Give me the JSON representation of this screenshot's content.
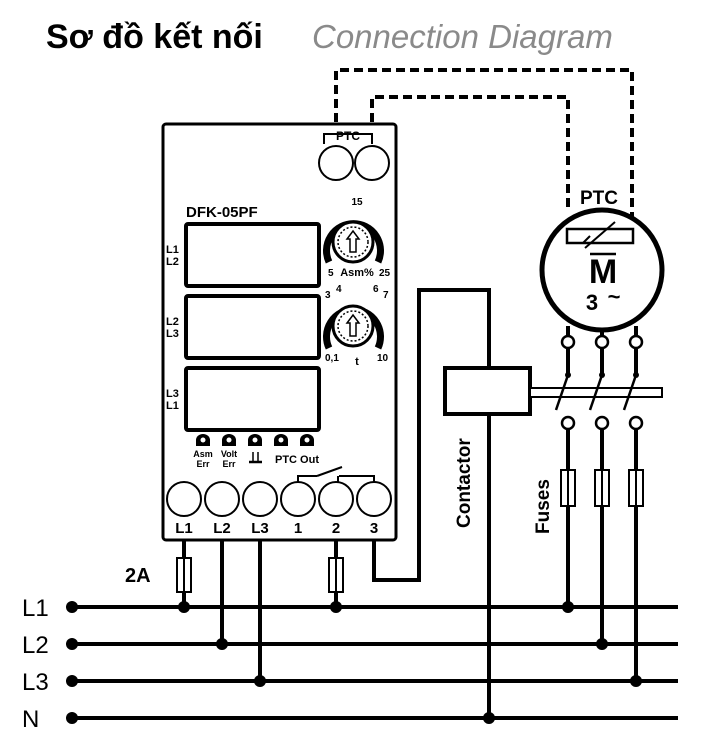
{
  "title": {
    "vietnamese": "Sơ đồ kết nối",
    "english": "Connection Diagram"
  },
  "device": {
    "model": "DFK-05PF",
    "ptc_label": "PTC",
    "displays": [
      {
        "top": "L1",
        "bottom": "L2"
      },
      {
        "top": "L2",
        "bottom": "L3"
      },
      {
        "top": "L3",
        "bottom": "L1"
      }
    ],
    "knob_asm": {
      "label": "Asm%",
      "min": "5",
      "mid": "15",
      "max": "25"
    },
    "knob_time": {
      "label": "t",
      "min": "0,1",
      "s3": "3",
      "s4": "4",
      "s6": "6",
      "s7": "7",
      "max": "10"
    },
    "indicators": {
      "asm_err_line1": "Asm",
      "asm_err_line2": "Err",
      "volt_err_line1": "Volt",
      "volt_err_line2": "Err",
      "ptc_out": "PTC Out"
    },
    "terminals": [
      "L1",
      "L2",
      "L3",
      "1",
      "2",
      "3"
    ]
  },
  "motor": {
    "ptc_label": "PTC",
    "symbol": "M",
    "phase": "3",
    "tilde": "~"
  },
  "contactor_label": "Contactor",
  "fuses_label": "Fuses",
  "fuse_rating": "2A",
  "lines": [
    "L1",
    "L2",
    "L3",
    "N"
  ]
}
